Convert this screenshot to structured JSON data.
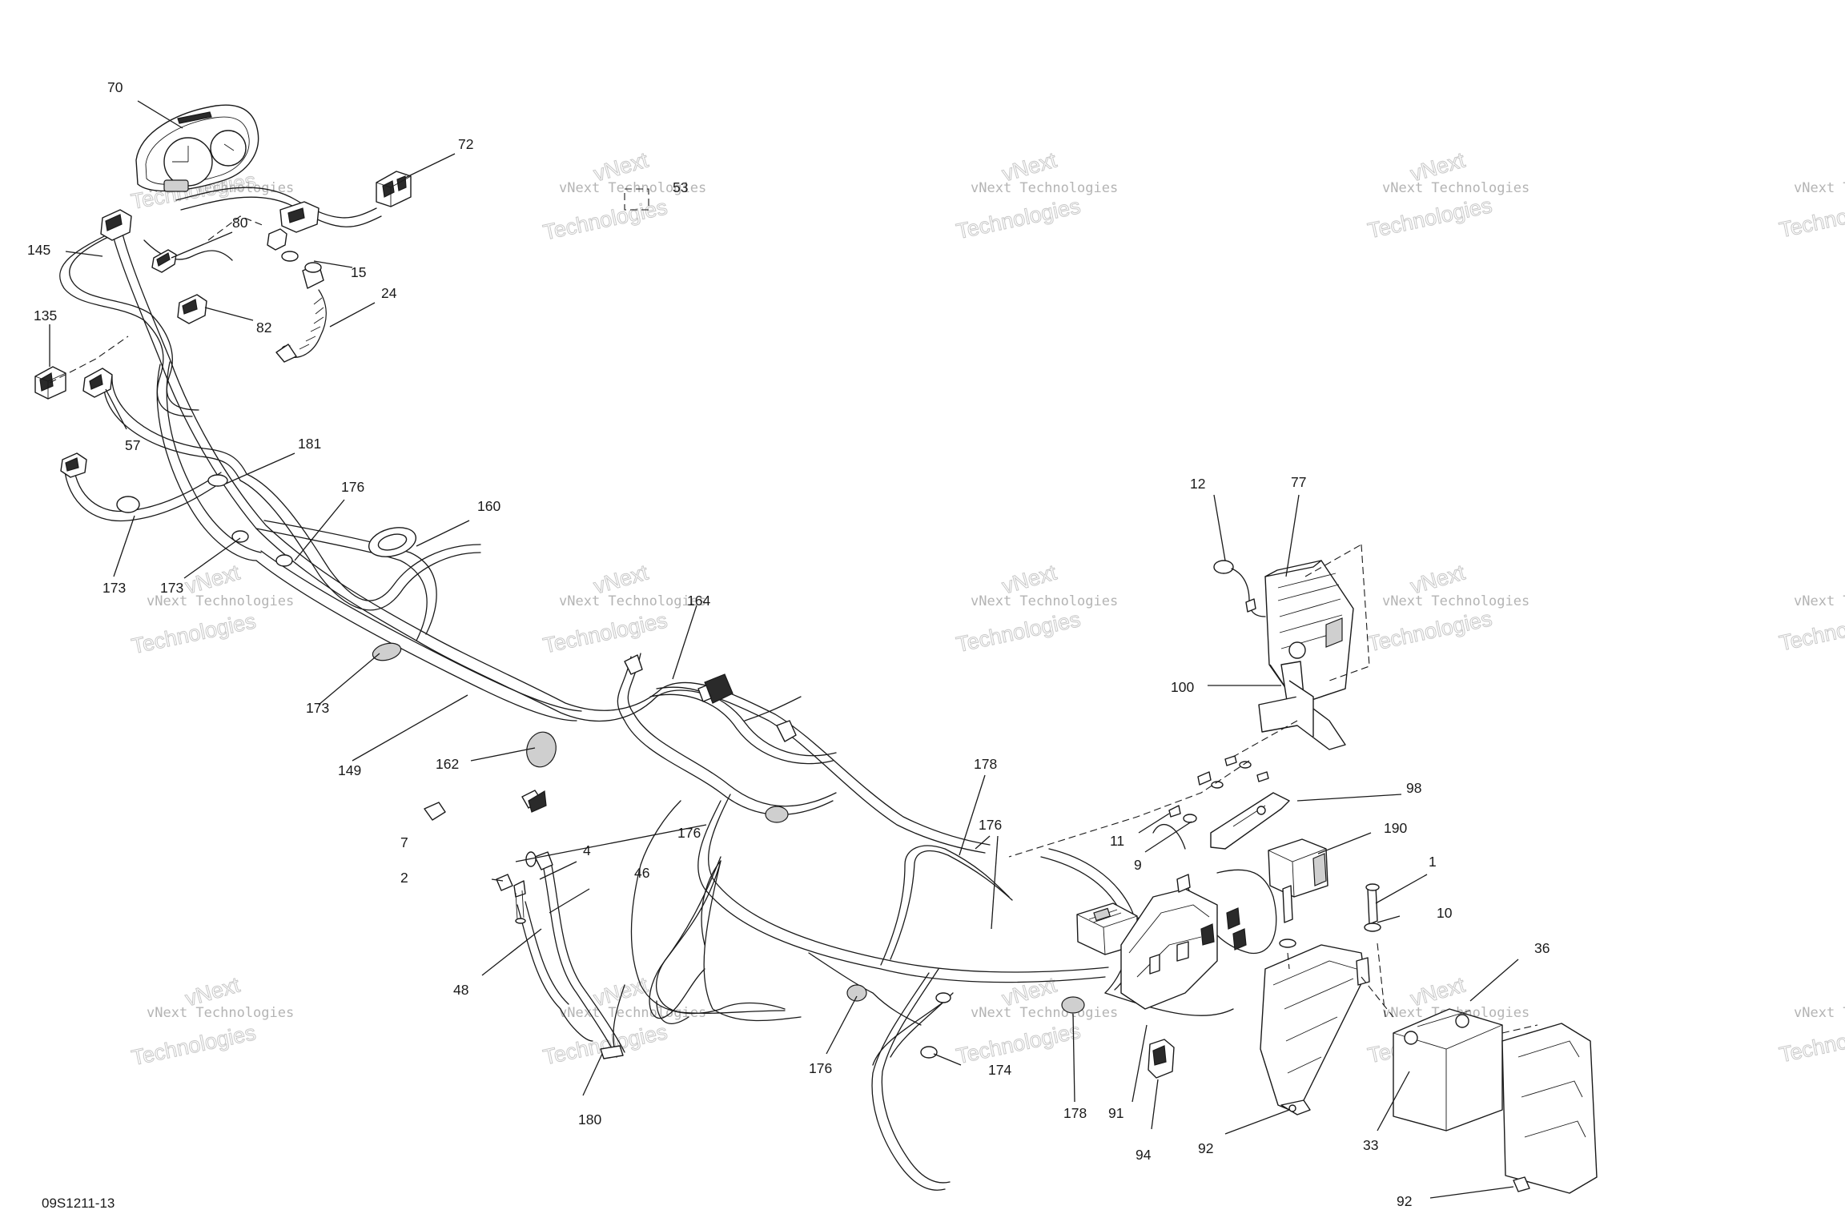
{
  "diagram": {
    "reference_code": "09S1211-13",
    "watermark_line1": "vNext Technologies",
    "watermark_line2": "Technologies",
    "watermark_top": "vNext",
    "callouts": {
      "c70": "70",
      "c72": "72",
      "c80": "80",
      "c145": "145",
      "c15": "15",
      "c24": "24",
      "c135": "135",
      "c82": "82",
      "c57": "57",
      "c181": "181",
      "c176a": "176",
      "c160": "160",
      "c173a": "173",
      "c173b": "173",
      "c173c": "173",
      "c164": "164",
      "c149": "149",
      "c162": "162",
      "c12": "12",
      "c77": "77",
      "c100": "100",
      "c98": "98",
      "c190": "190",
      "c11": "11",
      "c9": "9",
      "c1": "1",
      "c10": "10",
      "c36": "36",
      "c178a": "178",
      "c176b": "176",
      "c176c": "176",
      "c7": "7",
      "c4": "4",
      "c2": "2",
      "c46": "46",
      "c48": "48",
      "c180": "180",
      "c176d": "176",
      "c174": "174",
      "c178b": "178",
      "c91": "91",
      "c94": "94",
      "c92a": "92",
      "c33": "33",
      "c92b": "92",
      "c53": "53"
    }
  }
}
